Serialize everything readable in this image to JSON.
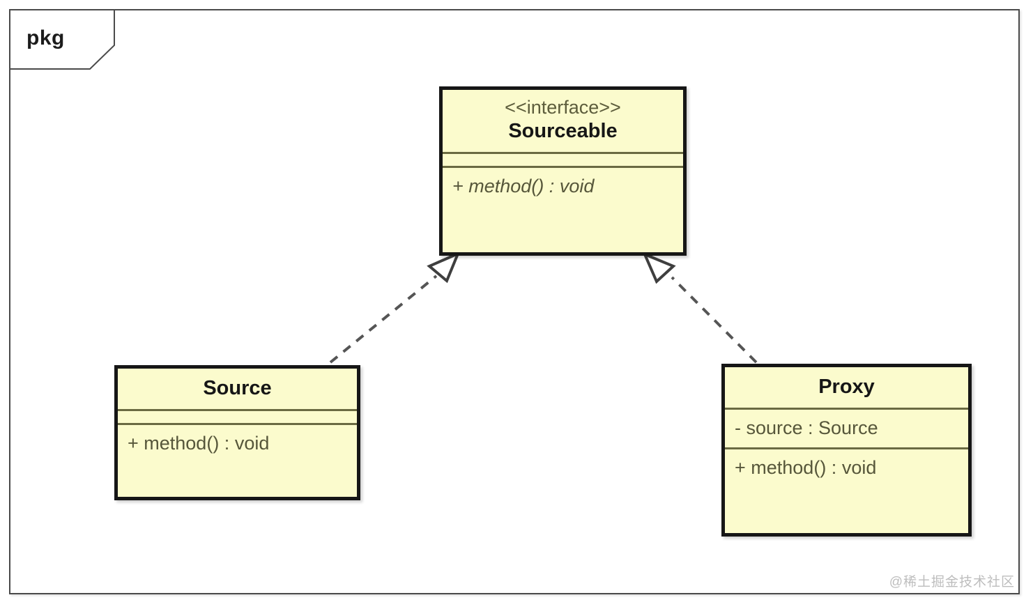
{
  "diagram": {
    "type": "uml-class-diagram",
    "frame_label": "pkg",
    "background_color": "#ffffff",
    "frame_border_color": "#4a4a4a",
    "class_fill_color": "#fbfbcd",
    "class_border_color": "#161616",
    "separator_color": "#6a6a42",
    "connector_color": "#555555"
  },
  "classes": {
    "sourceable": {
      "stereotype": "<<interface>>",
      "name": "Sourceable",
      "attributes": [],
      "operations": [
        {
          "text": "+ method() : void",
          "italic": true
        }
      ]
    },
    "source": {
      "name": "Source",
      "attributes": [],
      "operations": [
        {
          "text": "+ method() : void",
          "italic": false
        }
      ]
    },
    "proxy": {
      "name": "Proxy",
      "attributes": [
        {
          "text": "- source : Source"
        }
      ],
      "operations": [
        {
          "text": "+ method() : void",
          "italic": false
        }
      ]
    }
  },
  "relationships": [
    {
      "name": "source-realizes-sourceable",
      "kind": "realization",
      "line_style": "dashed",
      "arrow_head": "hollow-triangle",
      "from": "Source",
      "to": "Sourceable"
    },
    {
      "name": "proxy-realizes-sourceable",
      "kind": "realization",
      "line_style": "dashed",
      "arrow_head": "hollow-triangle",
      "from": "Proxy",
      "to": "Sourceable"
    }
  ],
  "watermark": {
    "text": "@稀土掘金技术社区"
  }
}
